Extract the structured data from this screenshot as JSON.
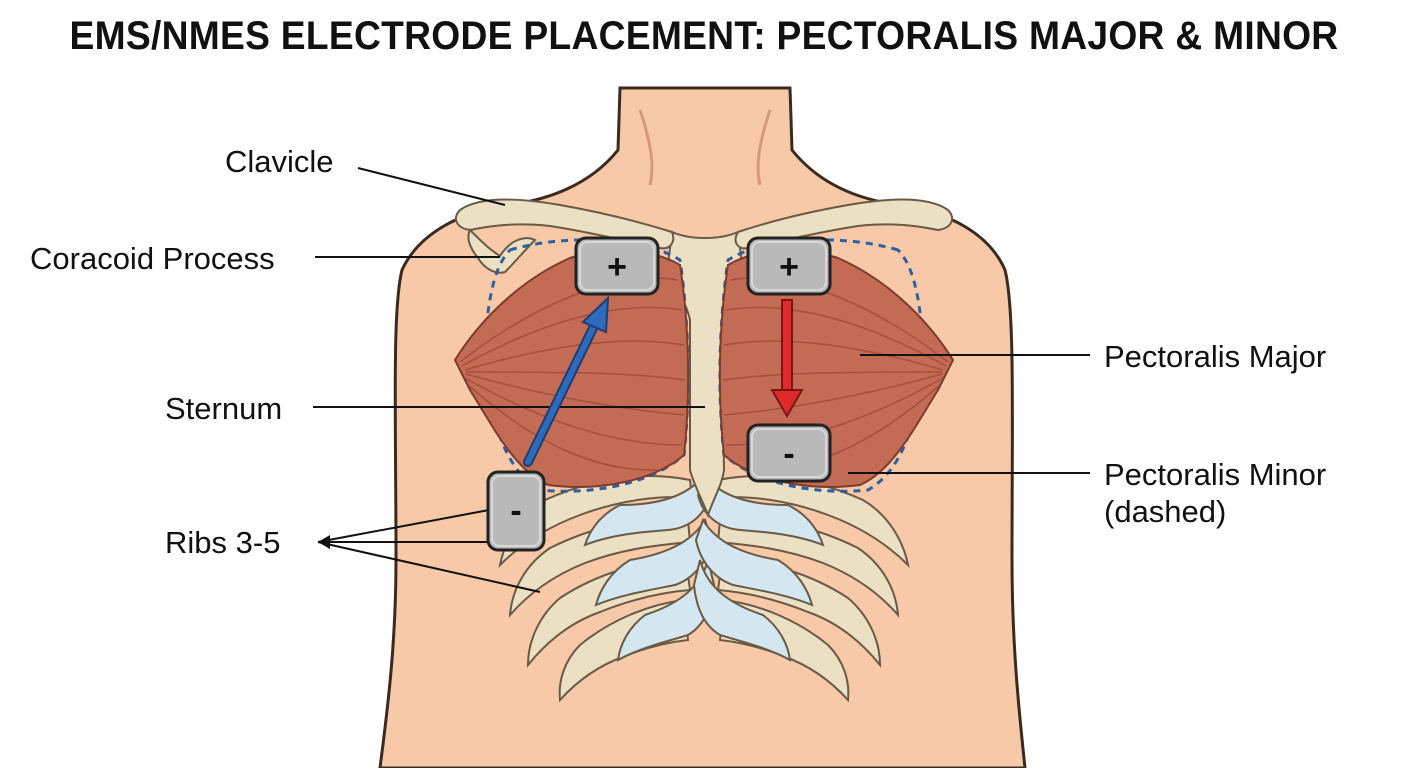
{
  "title": "EMS/NMES ELECTRODE PLACEMENT: PECTORALIS MAJOR & MINOR",
  "labels": {
    "clavicle": "Clavicle",
    "coracoid": "Coracoid Process",
    "sternum": "Sternum",
    "ribs": "Ribs 3-5",
    "pec_major": "Pectoralis Major",
    "pec_minor_line1": "Pectoralis Minor",
    "pec_minor_line2": "(dashed)"
  },
  "electrodes": {
    "left_upper": "+",
    "left_lower": "-",
    "right_upper": "+",
    "right_lower": "-"
  },
  "colors": {
    "skin": "#f7c9a8",
    "skin_outline": "#3a2a20",
    "muscle": "#c46b55",
    "bone": "#ece0c4",
    "cartilage": "#d4e6f0",
    "electrode": "#b9b9b9",
    "arrow_left": "#2f6bbd",
    "arrow_right": "#e02a2a",
    "dashed_outline": "#2f5fa0"
  }
}
